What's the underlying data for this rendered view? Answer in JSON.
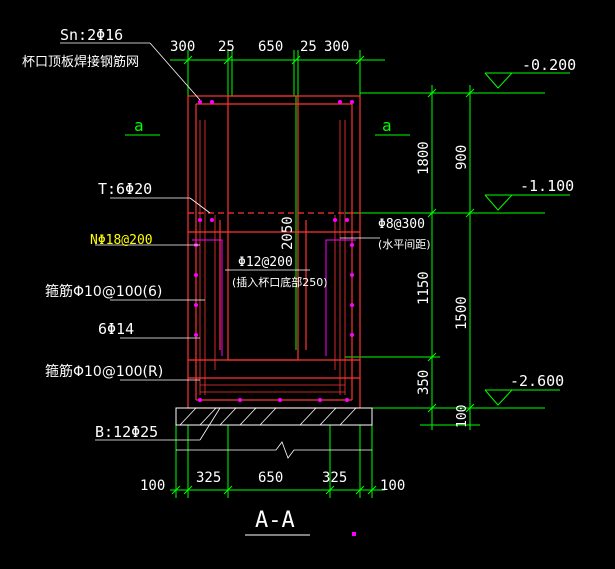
{
  "drawing": {
    "section_title": "A-A",
    "labels": {
      "sn": "Sn:2Φ16",
      "cup_mouth_mesh": "杯口顶板焊接钢筋网",
      "t_bars": "T:6Φ20",
      "n_bars": "NΦ18@200",
      "stirrup_top": "箍筋Φ10@100(6)",
      "side_bars": "6Φ14",
      "stirrup_bottom": "箍筋Φ10@100(R)",
      "b_bars": "B:12Φ25",
      "phi8": "Φ8@300",
      "phi8_note": "(水平间距)",
      "phi12": "Φ12@200",
      "phi12_note": "(插入杯口底部250)",
      "section_mark_left": "a",
      "section_mark_right": "a"
    },
    "elevations": {
      "top": "-0.200",
      "mid": "-1.100",
      "bottom": "-2.600"
    },
    "dims_top": [
      "300",
      "25",
      "650",
      "25",
      "300"
    ],
    "dims_bottom": [
      "100",
      "325",
      "650",
      "325",
      "100"
    ],
    "dims_right_inner": [
      "1800",
      "1150",
      "350",
      "100"
    ],
    "dims_right_outer": [
      "900",
      "1500"
    ],
    "dim_center": "2050",
    "colors": {
      "background": "#000000",
      "dimension": "#00ff00",
      "text": "#ffffff",
      "concrete": "#ff3333",
      "rebar": "#ff00ff",
      "highlight": "#ffff00"
    }
  }
}
